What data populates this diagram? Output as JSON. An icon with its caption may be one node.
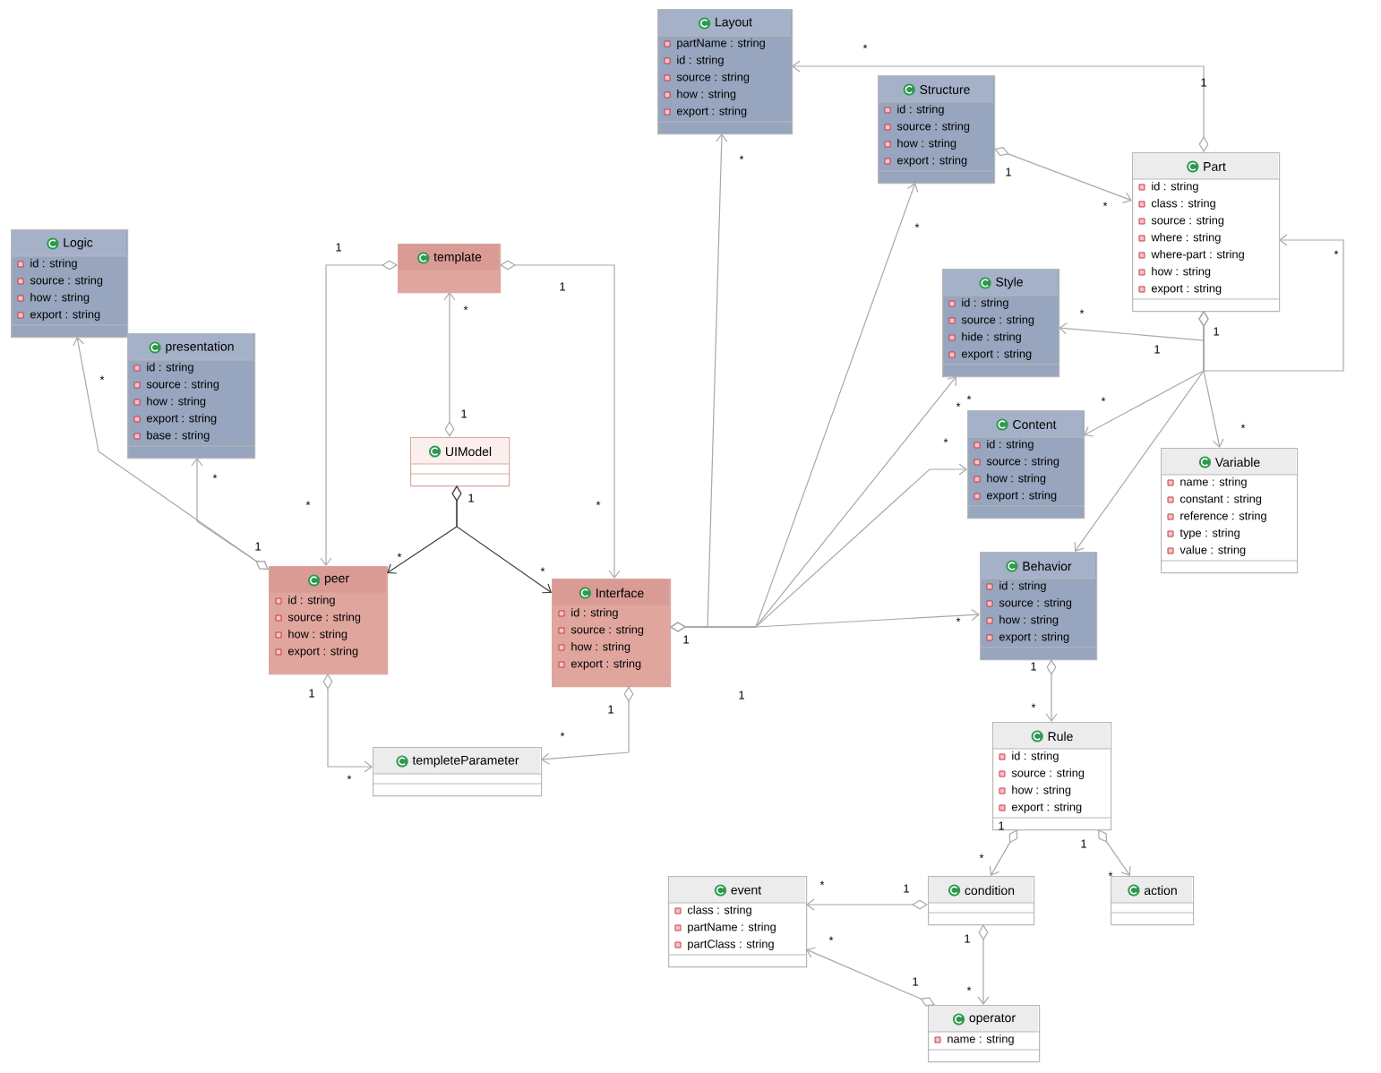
{
  "diagram": {
    "nodes": [
      {
        "text": [
          "Layout",
          "partName : string",
          "id : string",
          "source : string",
          "how : string",
          "export : string"
        ]
      },
      {
        "text": [
          "Structure",
          "id : string",
          "source : string",
          "how : string",
          "export : string"
        ]
      },
      {
        "text": [
          "Part",
          "id : string",
          "class : string",
          "source : string",
          "where : string",
          "where-part : string",
          "how : string",
          "export : string"
        ]
      },
      {
        "text": [
          "Logic",
          "id : string",
          "source : string",
          "how : string",
          "export : string"
        ]
      },
      {
        "text": [
          "presentation",
          "id : string",
          "source : string",
          "how : string",
          "export : string",
          "base : string"
        ]
      },
      {
        "text": [
          "template"
        ]
      },
      {
        "text": [
          "Style",
          "id : string",
          "source : string",
          "hide : string",
          "export : string"
        ]
      },
      {
        "text": [
          "UIModel"
        ]
      },
      {
        "text": [
          "Content",
          "id : string",
          "source : string",
          "how : string",
          "export : string"
        ]
      },
      {
        "text": [
          "Variable",
          "name : string",
          "constant : string",
          "reference : string",
          "type : string",
          "value : string"
        ]
      },
      {
        "text": [
          "peer",
          "id : string",
          "source : string",
          "how : string",
          "export : string"
        ]
      },
      {
        "text": [
          "Interface",
          "id : string",
          "source : string",
          "how : string",
          "export : string"
        ]
      },
      {
        "text": [
          "Behavior",
          "id : string",
          "source : string",
          "how : string",
          "export : string"
        ]
      },
      {
        "text": [
          "templeteParameter"
        ]
      },
      {
        "text": [
          "Rule",
          "id : string",
          "source : string",
          "how : string",
          "export : string"
        ]
      },
      {
        "text": [
          "event",
          "class : string",
          "partName : string",
          "partClass : string"
        ]
      },
      {
        "text": [
          "condition"
        ]
      },
      {
        "text": [
          "action"
        ]
      },
      {
        "text": [
          "operator",
          "name : string"
        ]
      }
    ],
    "edges": [
      {
        "from": 2,
        "to": 0,
        "arrow": "to"
      },
      {
        "from": 1,
        "to": 2,
        "arrow": "to"
      },
      {
        "from": 2,
        "to": 2,
        "arrow": "to"
      },
      {
        "from": 2,
        "to": 6,
        "arrow": "to"
      },
      {
        "from": 2,
        "to": 8,
        "arrow": "to"
      },
      {
        "from": 2,
        "to": 9,
        "arrow": "to"
      },
      {
        "from": 2,
        "to": 12,
        "arrow": "to"
      },
      {
        "from": 10,
        "to": 3,
        "arrow": "to"
      },
      {
        "from": 10,
        "to": 4,
        "arrow": "to"
      },
      {
        "from": 5,
        "to": 10,
        "arrow": "to"
      },
      {
        "from": 5,
        "to": 11,
        "arrow": "to"
      },
      {
        "from": 7,
        "to": 5,
        "arrow": "to"
      },
      {
        "from": 7,
        "to": 10,
        "arrow": "to",
        "color": "#404040"
      },
      {
        "from": 7,
        "to": 11,
        "arrow": "to",
        "color": "#404040"
      },
      {
        "from": 11,
        "to": 0,
        "arrow": "to"
      },
      {
        "from": 11,
        "to": 1,
        "arrow": "to"
      },
      {
        "from": 11,
        "to": 6,
        "arrow": "to"
      },
      {
        "from": 11,
        "to": 8,
        "arrow": "to"
      },
      {
        "from": 11,
        "to": 12,
        "arrow": "to"
      },
      {
        "from": 10,
        "to": 13,
        "arrow": "to"
      },
      {
        "from": 11,
        "to": 13,
        "arrow": "to"
      },
      {
        "from": 12,
        "to": 14,
        "arrow": "to"
      },
      {
        "from": 14,
        "to": 16,
        "arrow": "to"
      },
      {
        "from": 14,
        "to": 17,
        "arrow": "to"
      },
      {
        "from": 16,
        "to": 15,
        "arrow": "to"
      },
      {
        "from": 16,
        "to": 18,
        "arrow": "to"
      },
      {
        "from": 18,
        "to": 15,
        "arrow": "to"
      }
    ],
    "labels": [
      "*",
      "1",
      "*",
      "1",
      "*",
      "*",
      "1",
      "*",
      "1",
      "*",
      "*",
      "1",
      "1",
      "*",
      "*",
      "*",
      "*",
      "1",
      "*",
      "*",
      "*",
      "1",
      "*",
      "*",
      "1",
      "*",
      "*",
      "*",
      "1",
      "1",
      "1",
      "1",
      "*",
      "1",
      "*",
      "*",
      "1",
      "1",
      "*",
      "*",
      "*",
      "1",
      "1",
      "*",
      "1",
      "*"
    ]
  }
}
